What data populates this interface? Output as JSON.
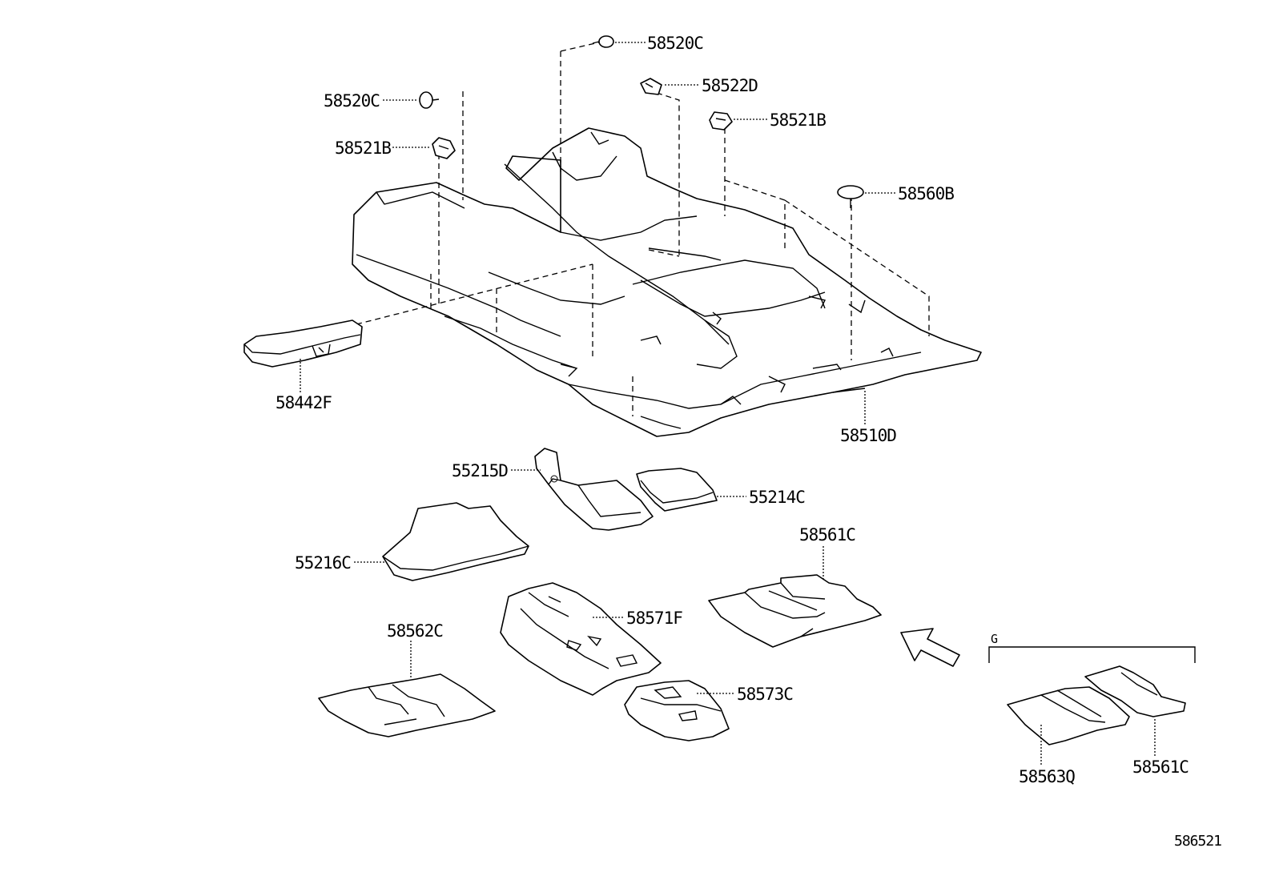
{
  "parts": {
    "p58520C_top": "58520C",
    "p58522D": "58522D",
    "p58520C_left": "58520C",
    "p58521B_right": "58521B",
    "p58521B_left": "58521B",
    "p58560B": "58560B",
    "p58442F": "58442F",
    "p58510D": "58510D",
    "p55215D": "55215D",
    "p55214C": "55214C",
    "p58561C_mid": "58561C",
    "p55216C": "55216C",
    "p58571F": "58571F",
    "p58562C": "58562C",
    "p58573C": "58573C",
    "p58563Q": "58563Q",
    "p58561C_right": "58561C"
  },
  "group_label": "G",
  "figure_number": "586521",
  "icons": {
    "view_arrow": "arrow-icon"
  }
}
